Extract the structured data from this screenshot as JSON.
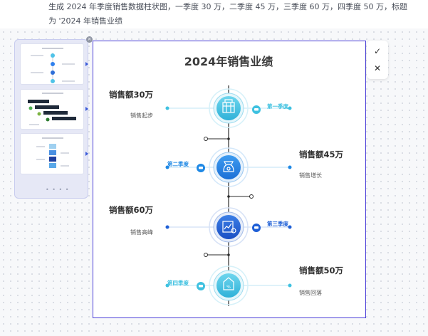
{
  "prompt": {
    "line1": "生成 2024 年季度销售数据柱状图，一季度 30 万，二季度 45 万，三季度 60 万，四季度 50 万，标题",
    "line2": "为 '2024 年销售业绩"
  },
  "toolbar": {
    "confirm_icon": "check-icon",
    "close_icon": "close-icon"
  },
  "thumbnails": {
    "close_icon": "close-icon",
    "pager": "• • • •"
  },
  "slide": {
    "title": "2024年销售业绩",
    "quarters": [
      {
        "quarter_label": "第一季度",
        "amount": "销售额30万",
        "note": "销售起步",
        "icon": "building-icon",
        "color": "#3ec1e0"
      },
      {
        "quarter_label": "第二季度",
        "amount": "销售额45万",
        "note": "销售增长",
        "icon": "money-bag-icon",
        "color": "#1e88e5"
      },
      {
        "quarter_label": "第三季度",
        "amount": "销售额60万",
        "note": "销售高峰",
        "icon": "chart-icon",
        "color": "#1e5fd6"
      },
      {
        "quarter_label": "第四季度",
        "amount": "销售额50万",
        "note": "销售回落",
        "icon": "discount-tag-icon",
        "color": "#3ec1e0"
      }
    ]
  }
}
